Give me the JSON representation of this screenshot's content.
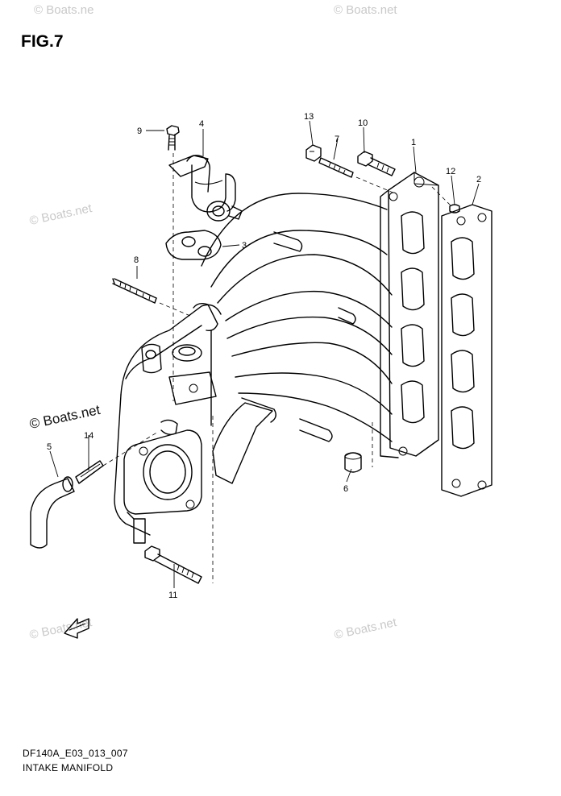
{
  "figure": {
    "title": "FIG.7",
    "drawing_code": "DF140A_E03_013_007",
    "caption": "INTAKE MANIFOLD"
  },
  "watermark": {
    "text": "© Boats.net",
    "text_short": "© Boats.ne"
  },
  "callouts": {
    "c1": "1",
    "c2": "2",
    "c3": "3",
    "c4": "4",
    "c5": "5",
    "c6": "6",
    "c7": "7",
    "c8": "8",
    "c9": "9",
    "c10": "10",
    "c11": "11",
    "c12": "12",
    "c13": "13",
    "c14": "14"
  },
  "colors": {
    "line": "#000000",
    "watermark": "#c9c9c9",
    "background": "#ffffff"
  }
}
